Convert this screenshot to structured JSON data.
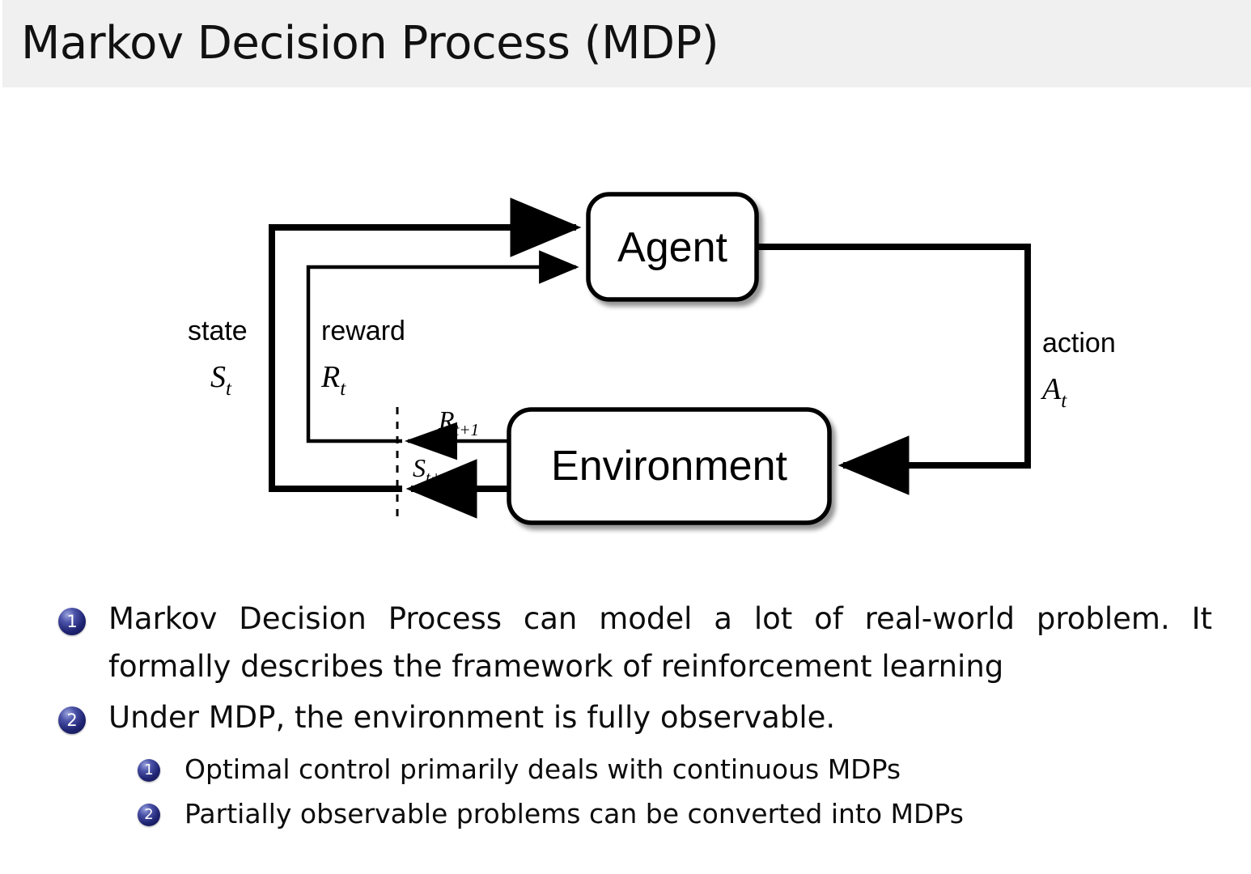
{
  "header": {
    "title": "Markov Decision Process (MDP)"
  },
  "diagram": {
    "name": "agent-environment-interaction-diagram",
    "nodes": {
      "agent": "Agent",
      "environment": "Environment"
    },
    "flows": {
      "state_label": "state",
      "state_symbol": "S",
      "state_subscript": "t",
      "reward_label": "reward",
      "reward_symbol": "R",
      "reward_subscript": "t",
      "action_label": "action",
      "action_symbol": "A",
      "action_subscript": "t",
      "next_reward_symbol": "R",
      "next_reward_subscript": "t+1",
      "next_state_symbol": "S",
      "next_state_subscript": "t+1"
    }
  },
  "content": {
    "bullets": [
      {
        "marker": "1",
        "text": "Markov Decision Process can model a lot of real-world problem. It formally describes the framework of reinforcement learning"
      },
      {
        "marker": "2",
        "text": "Under MDP, the environment is fully observable."
      }
    ],
    "subbullets": [
      {
        "marker": "1",
        "text": "Optimal control primarily deals with continuous MDPs"
      },
      {
        "marker": "2",
        "text": "Partially observable problems can be converted into MDPs"
      }
    ]
  },
  "colors": {
    "header_bg": "#f0f0f0",
    "page_bg": "#ffffff",
    "text": "#0d0d0d",
    "marker_navy": "#1f2472",
    "diagram_stroke": "#000000"
  }
}
